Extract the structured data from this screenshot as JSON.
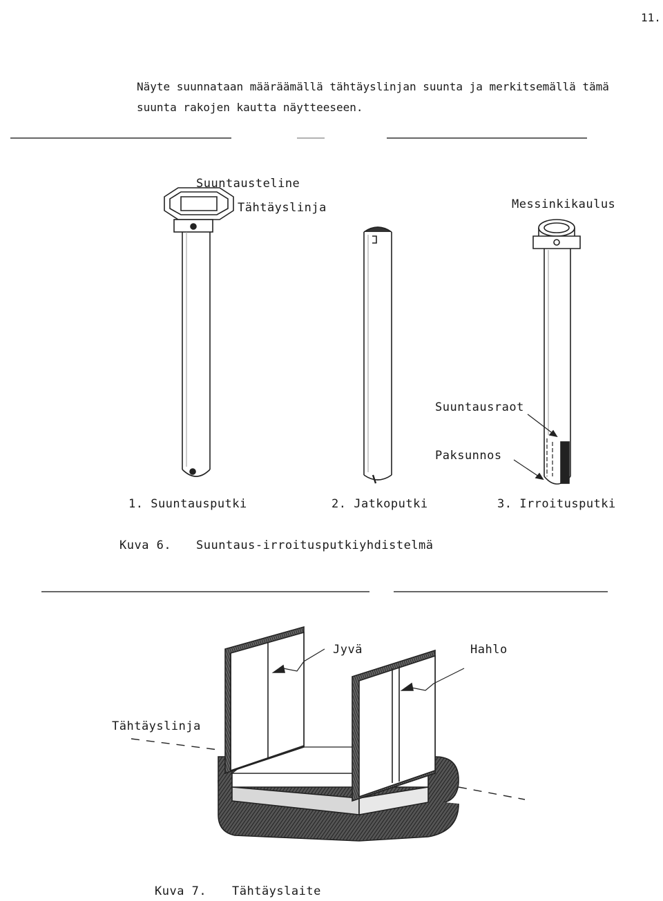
{
  "page_number": "11.",
  "intro": {
    "line1": "Näyte suunnataan määräämällä tähtäyslinjan suunta ja merkitsemällä tämä",
    "line2": "suunta rakojen kautta näytteeseen."
  },
  "figure6": {
    "labels": {
      "suuntausteline": "Suuntausteline",
      "tahtayslinja": "Tähtäyslinja",
      "messinkikaulus": "Messinkikaulus",
      "suuntausraot": "Suuntausraot",
      "paksunnos": "Paksunnos"
    },
    "pipes": [
      {
        "label": "1. Suuntausputki"
      },
      {
        "label": "2. Jatkoputki"
      },
      {
        "label": "3. Irroitusputki"
      }
    ],
    "caption_number": "Kuva 6.",
    "caption_text": "Suuntaus-irroitusputkiyhdistelmä"
  },
  "figure7": {
    "labels": {
      "jyva": "Jyvä",
      "hahlo": "Hahlo",
      "tahtayslinja": "Tähtäyslinja"
    },
    "caption_number": "Kuva 7.",
    "caption_text": "Tähtäyslaite"
  }
}
